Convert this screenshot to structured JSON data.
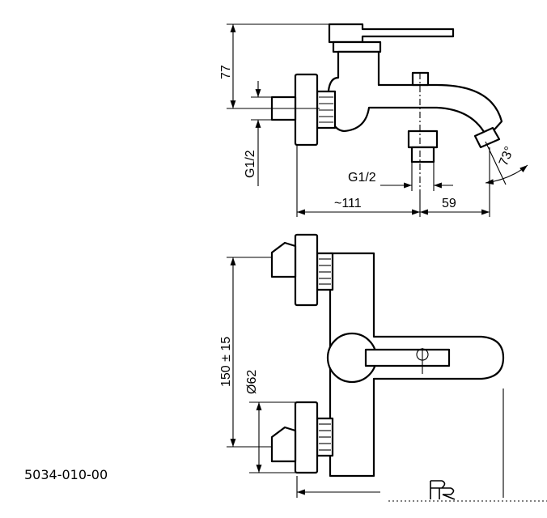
{
  "product_code": "5034-010-00",
  "logo": {
    "text": "FR",
    "name": "brand-logo"
  },
  "dimensions": {
    "height_top": "77",
    "thread_left": "G1/2",
    "thread_bottom": "G1/2",
    "width_body": "~111",
    "spout_reach": "59",
    "spout_angle": "73°",
    "center_distance": "150 ± 15",
    "flange_diameter": "Ø62"
  }
}
